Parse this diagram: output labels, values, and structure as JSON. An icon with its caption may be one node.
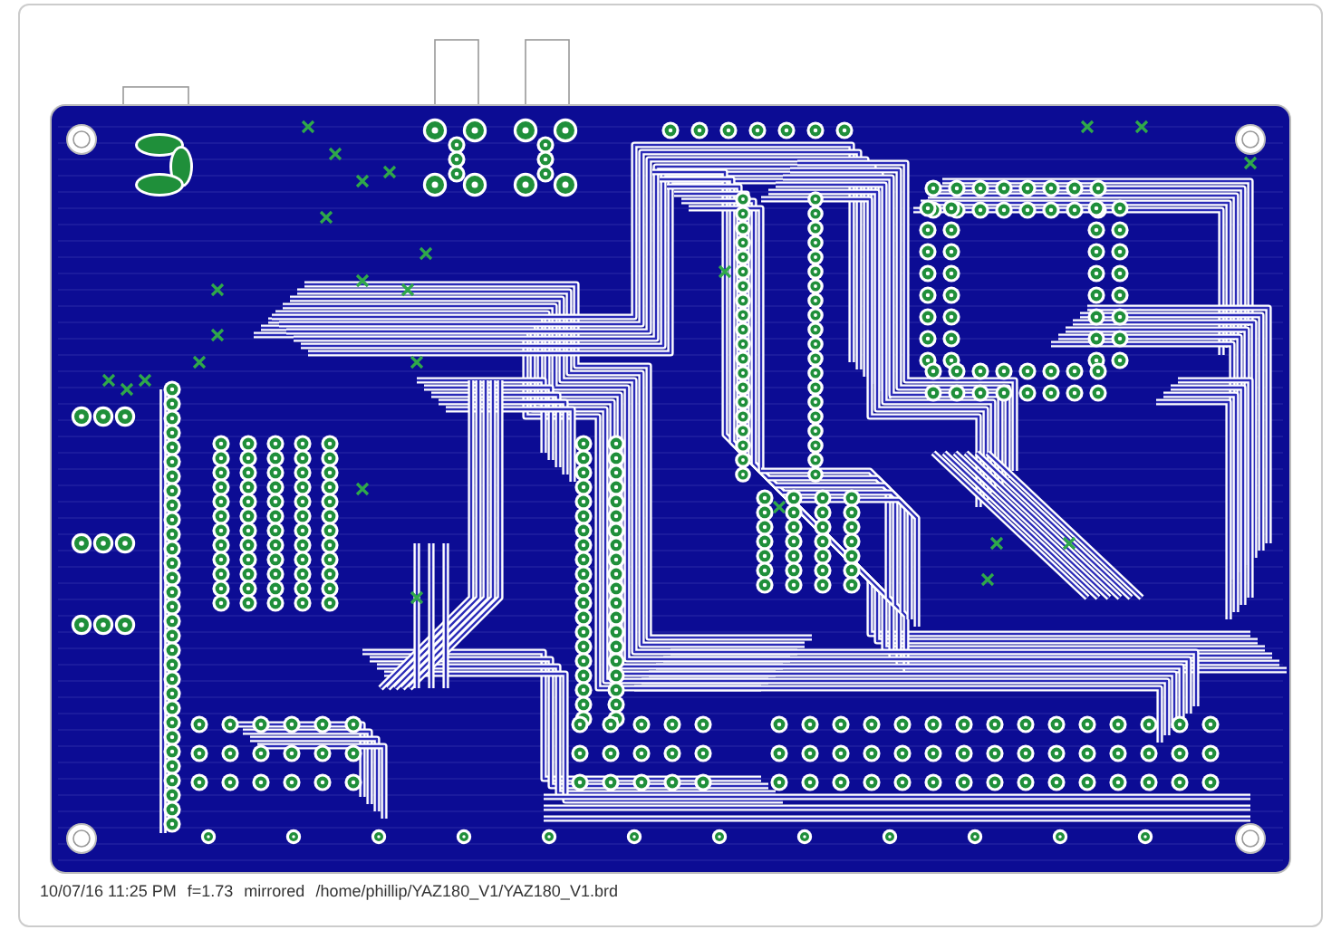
{
  "diagram": {
    "labels": [
      "10/07/16 11:25 PM",
      "f=1.73",
      "mirrored",
      "/home/phillip/YAZ180_V1/YAZ180_V1.brd"
    ]
  }
}
